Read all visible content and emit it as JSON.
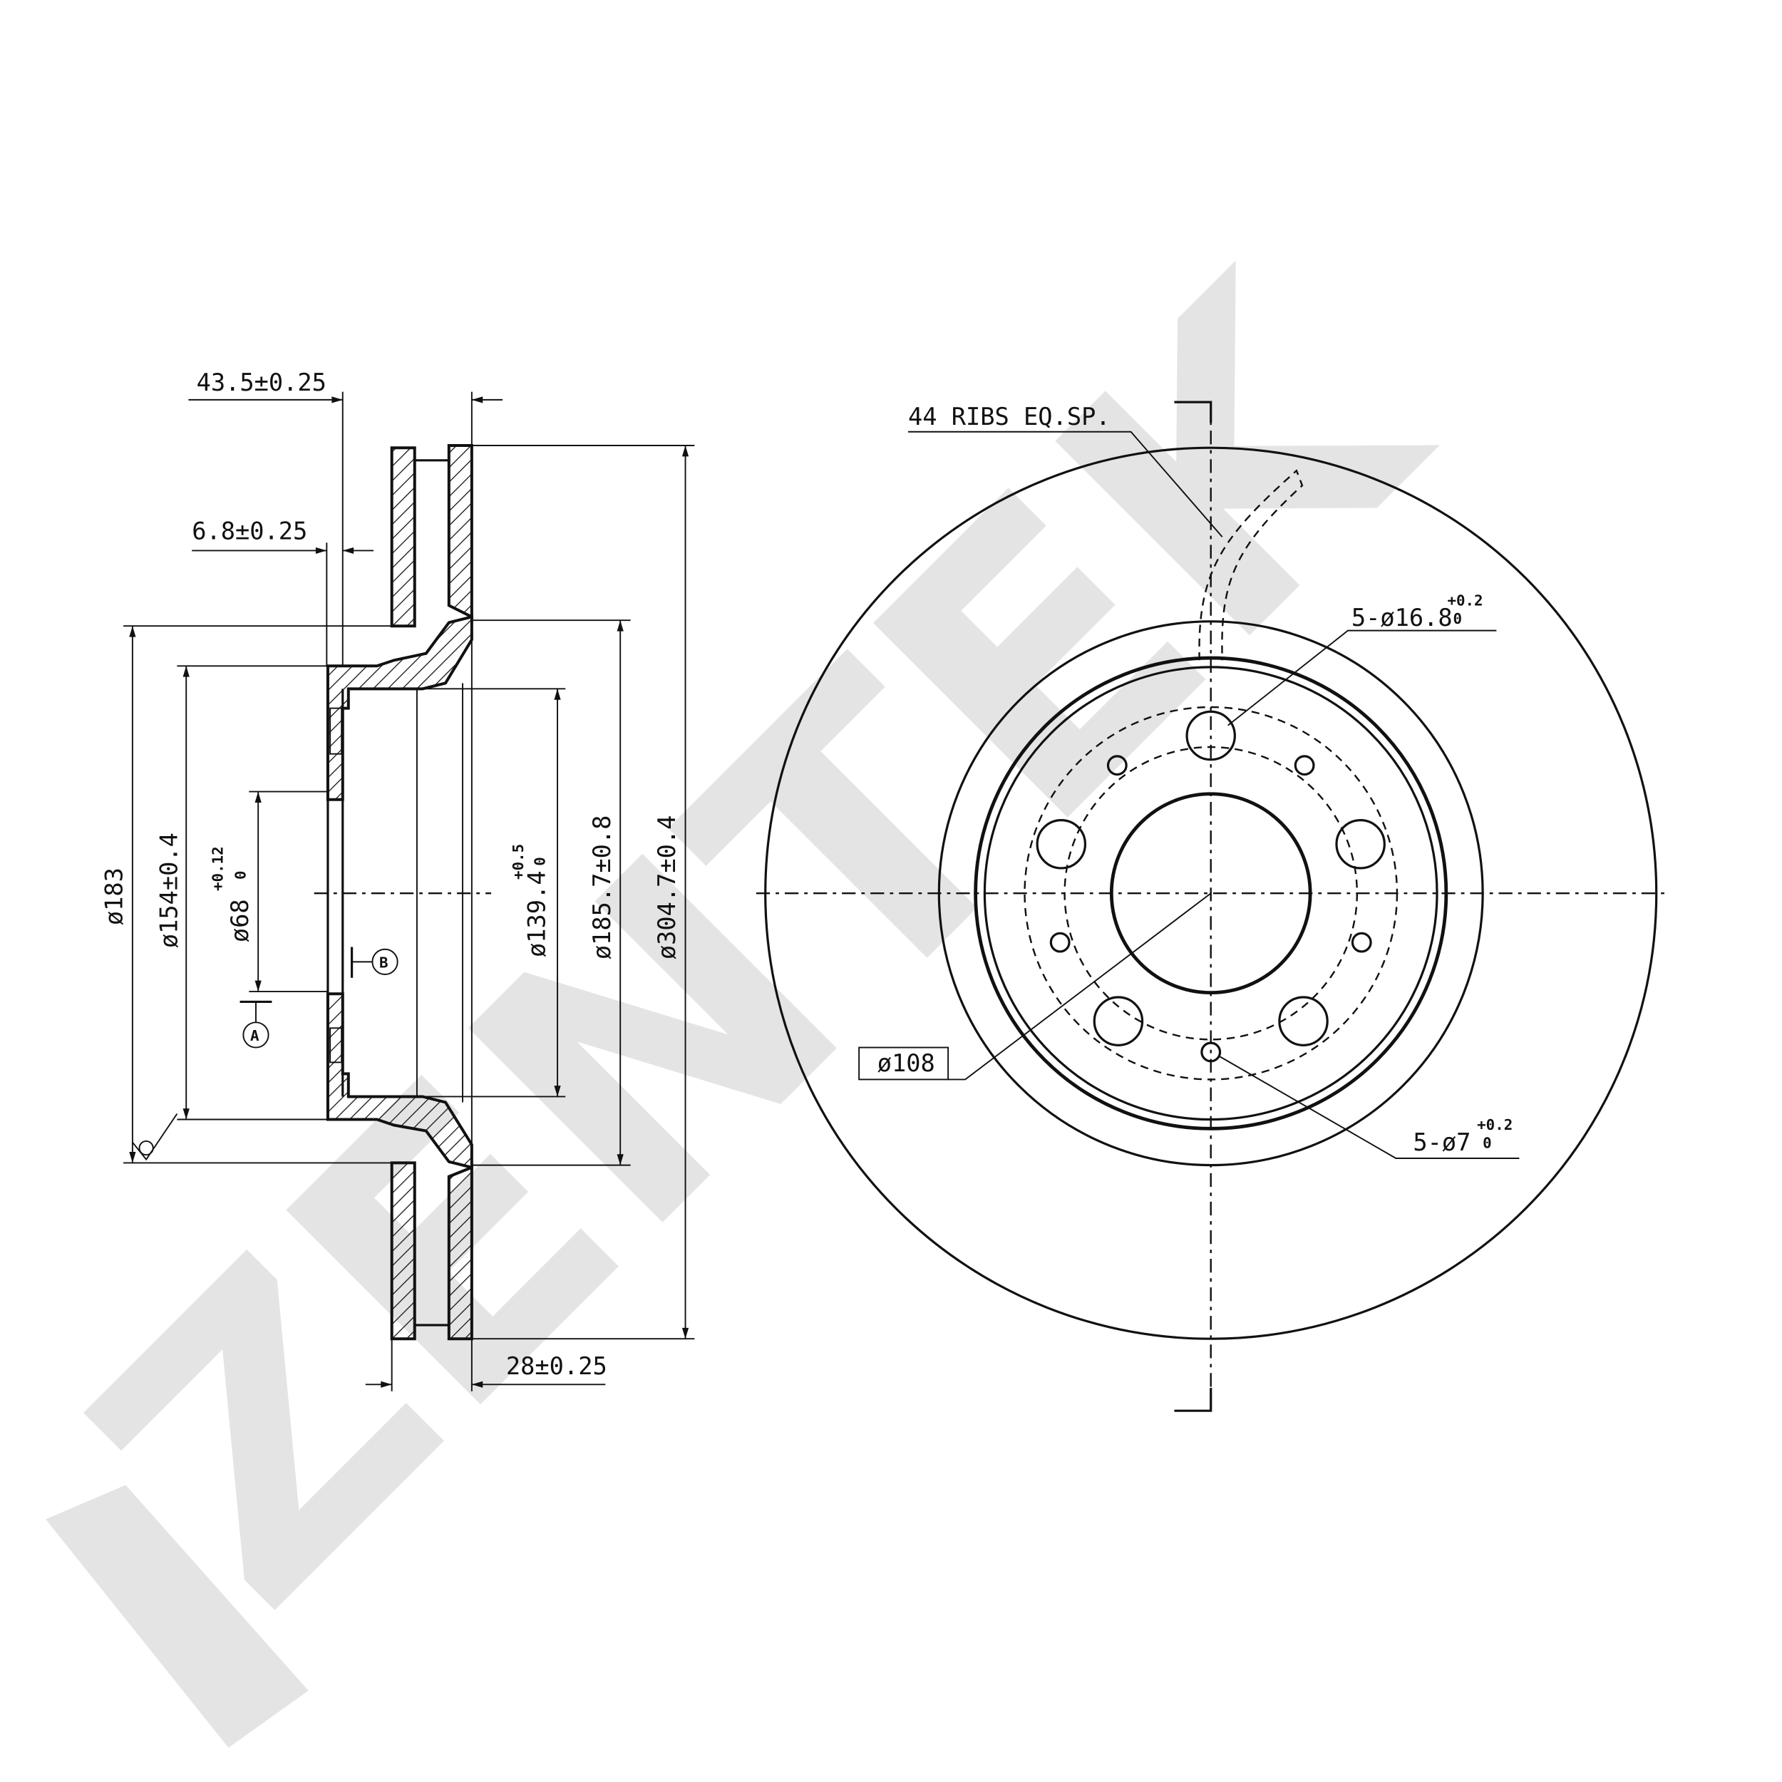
{
  "watermark": {
    "text": "ZENTEK"
  },
  "section_view": {
    "overall_height": "43.5±0.25",
    "hat_thickness": "6.8±0.25",
    "total_thickness": "28±0.25",
    "dia_183": "ø183",
    "dia_154": "ø154±0.4",
    "dia_68": "ø68",
    "dia_68_tol_upper": "+0.12",
    "dia_68_tol_lower": "0",
    "dia_139": "ø139.4",
    "dia_139_tol_upper": "+0.5",
    "dia_139_tol_lower": "0",
    "dia_185": "ø185.7±0.8",
    "dia_304": "ø304.7±0.4",
    "datum_a": "A",
    "datum_b": "B"
  },
  "front_view": {
    "ribs_note": "44 RIBS EQ.SP.",
    "bolt_holes": "5-ø16.8",
    "bolt_holes_tol_upper": "+0.2",
    "bolt_holes_tol_lower": "0",
    "pcd": "ø108",
    "small_holes": "5-ø7",
    "small_holes_tol_upper": "+0.2",
    "small_holes_tol_lower": "0"
  }
}
